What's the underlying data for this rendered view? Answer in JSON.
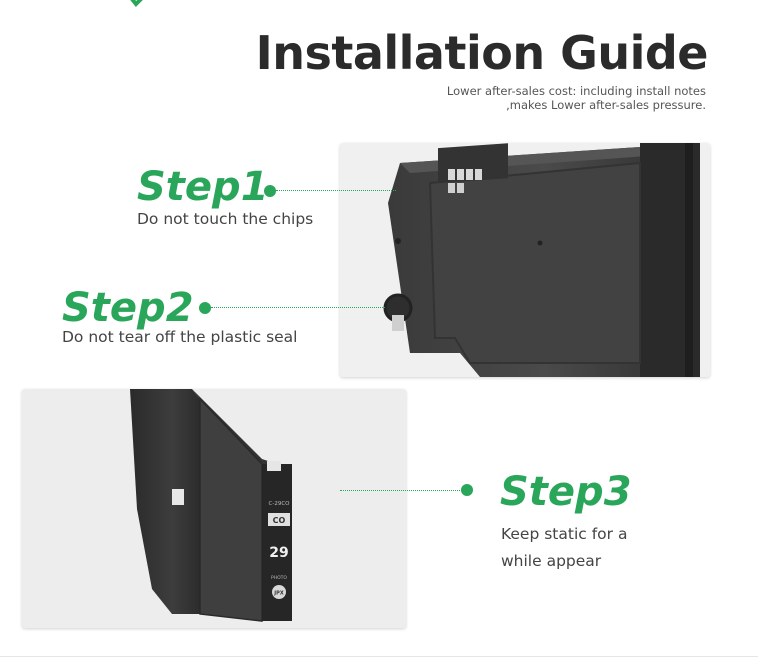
{
  "header": {
    "title": "Installation Guide",
    "subtitle_lines": [
      "Lower after-sales cost: including install notes",
      ",makes Lower after-sales pressure."
    ]
  },
  "steps": [
    {
      "title": "Step1",
      "description": "Do not touch the chips"
    },
    {
      "title": "Step2",
      "description": "Do not tear off the plastic seal"
    },
    {
      "title": "Step3",
      "description": "Keep static for a while  appear"
    }
  ],
  "cartridge_label": {
    "model_code": "C-29CO",
    "color_code": "CO",
    "number": "29",
    "small_text": "PHOTO",
    "badge": "JPX"
  },
  "colors": {
    "accent": "#2aa65a",
    "title": "#2b2b2b",
    "text": "#444444"
  }
}
